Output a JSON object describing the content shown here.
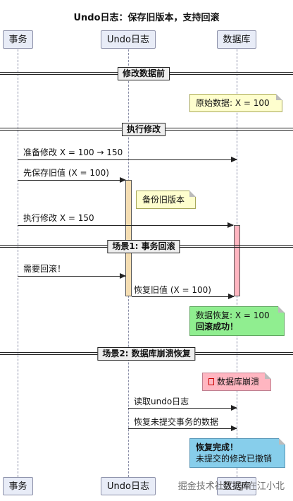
{
  "title": "Undo日志：保存旧版本，支持回滚",
  "participants": {
    "transaction": "事务",
    "undo_log": "Undo日志",
    "database": "数据库"
  },
  "dividers": {
    "before": "修改数据前",
    "execute": "执行修改",
    "scenario1": "场景1: 事务回滚",
    "scenario2": "场景2: 数据库崩溃恢复"
  },
  "notes": {
    "original": "原始数据: X = 100",
    "backup": "备份旧版本",
    "restored_line1": "数据恢复: X = 100",
    "restored_line2": "回滚成功！",
    "crash": "数据库崩溃",
    "recovered_line1": "恢复完成！",
    "recovered_line2": "未提交的修改已撤销"
  },
  "messages": {
    "m1": "准备修改 X = 100 → 150",
    "m2": "先保存旧值 (X = 100)",
    "m3": "执行修改 X = 150",
    "m4": "需要回滚！",
    "m5": "恢复旧值 (X = 100)",
    "m6": "读取undo日志",
    "m7": "恢复未提交事务的数据"
  },
  "watermark": "掘金技术社区 @ 在江小北",
  "colors": {
    "participant_bg": "#e8ecf7",
    "note_yellow": "#fefece",
    "note_green": "#90ee90",
    "note_pink": "#ffb6c1",
    "note_blue": "#87ceeb",
    "activation_undo": "#f5deb3",
    "activation_db": "#ffb6c1"
  }
}
